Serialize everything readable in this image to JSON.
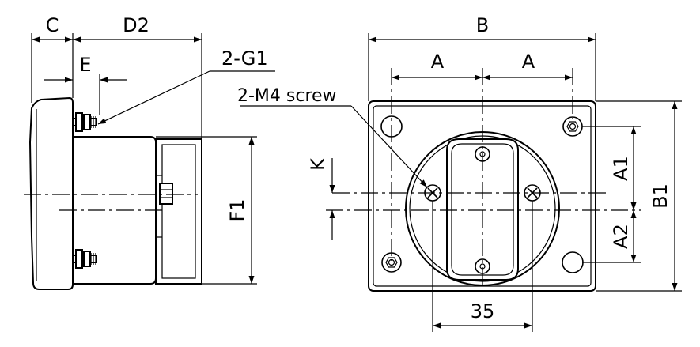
{
  "labels": {
    "C": "C",
    "D2": "D2",
    "E": "E",
    "G1": "2-G1",
    "F1": "F1",
    "B": "B",
    "A_left": "A",
    "A_right": "A",
    "M4": "2-M4 screw",
    "K": "K",
    "A1": "A1",
    "A2": "A2",
    "B1": "B1",
    "dim35": "35"
  }
}
